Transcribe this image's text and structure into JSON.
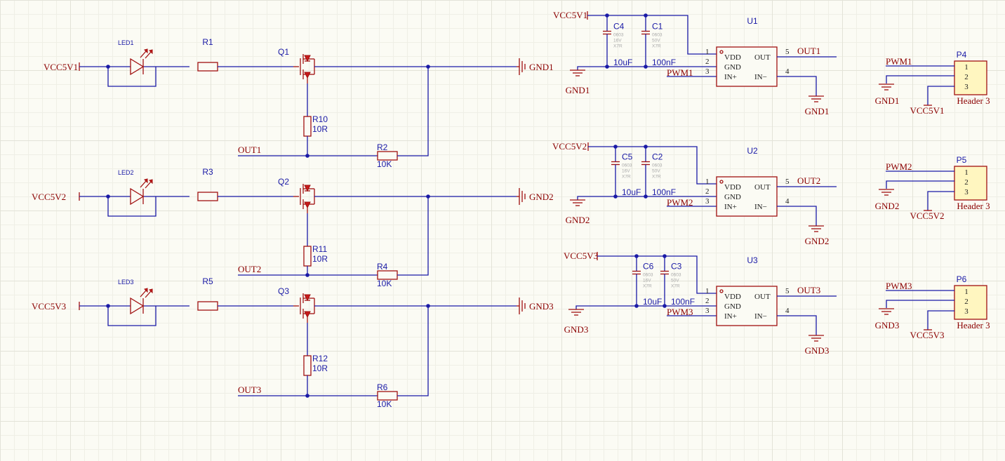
{
  "channels": [
    {
      "vcc": "VCC5V1",
      "gnd": "GND1",
      "out": "OUT1",
      "pwm": "PWM1",
      "led": "LED1",
      "r_led": "R1",
      "q": "Q1",
      "r_gate": "R10",
      "r_gate_val": "10R",
      "r_pd": "R2",
      "r_pd_val": "10K",
      "c_big": "C4",
      "c_big_val": "10uF",
      "c_small": "C1",
      "c_small_val": "100nF",
      "ic": "U1",
      "header": "P4",
      "header_label": "Header 3"
    },
    {
      "vcc": "VCC5V2",
      "gnd": "GND2",
      "out": "OUT2",
      "pwm": "PWM2",
      "led": "LED2",
      "r_led": "R3",
      "q": "Q2",
      "r_gate": "R11",
      "r_gate_val": "10R",
      "r_pd": "R4",
      "r_pd_val": "10K",
      "c_big": "C5",
      "c_big_val": "10uF",
      "c_small": "C2",
      "c_small_val": "100nF",
      "ic": "U2",
      "header": "P5",
      "header_label": "Header 3"
    },
    {
      "vcc": "VCC5V3",
      "gnd": "GND3",
      "out": "OUT3",
      "pwm": "PWM3",
      "led": "LED3",
      "r_led": "R5",
      "q": "Q3",
      "r_gate": "R12",
      "r_gate_val": "10R",
      "r_pd": "R6",
      "r_pd_val": "10K",
      "c_big": "C6",
      "c_big_val": "10uF",
      "c_small": "C3",
      "c_small_val": "100nF",
      "ic": "U3",
      "header": "P6",
      "header_label": "Header 3"
    }
  ],
  "ic_pins": {
    "vdd": "VDD",
    "gnd": "GND",
    "inp": "IN+",
    "out": "OUT",
    "inn": "IN−",
    "n1": "1",
    "n2": "2",
    "n3": "3",
    "n4": "4",
    "n5": "5"
  },
  "header_pins": [
    "1",
    "2",
    "3"
  ],
  "cap_big_spec": [
    "0603",
    "16V",
    "X7R"
  ],
  "cap_small_spec": [
    "0603",
    "50V",
    "X7R"
  ],
  "colors": {
    "wire": "#1a1aa6",
    "component": "#a01010",
    "net_label": "#8b0000",
    "header_fill": "#fff6c0"
  }
}
